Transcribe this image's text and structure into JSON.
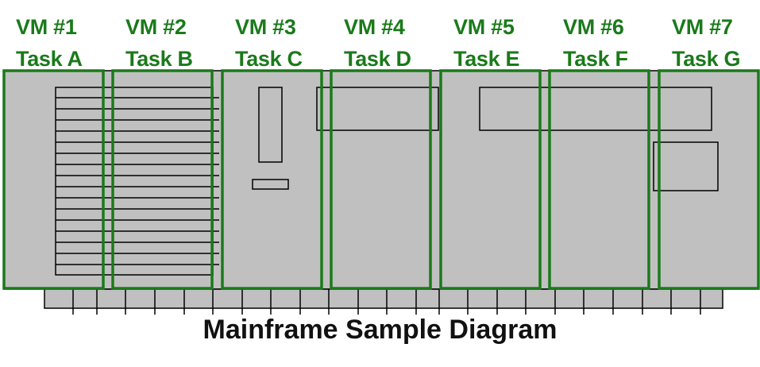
{
  "diagram": {
    "caption": "Mainframe Sample Diagram",
    "vm_color": "#1a7a1a",
    "chassis_color": "#c0c0c0",
    "line_color": "#000000",
    "vms": [
      {
        "name": "VM #1",
        "task": "Task A"
      },
      {
        "name": "VM #2",
        "task": "Task B"
      },
      {
        "name": "VM #3",
        "task": "Task C"
      },
      {
        "name": "VM #4",
        "task": "Task D"
      },
      {
        "name": "VM #5",
        "task": "Task E"
      },
      {
        "name": "VM #6",
        "task": "Task F"
      },
      {
        "name": "VM #7",
        "task": "Task G"
      }
    ]
  }
}
